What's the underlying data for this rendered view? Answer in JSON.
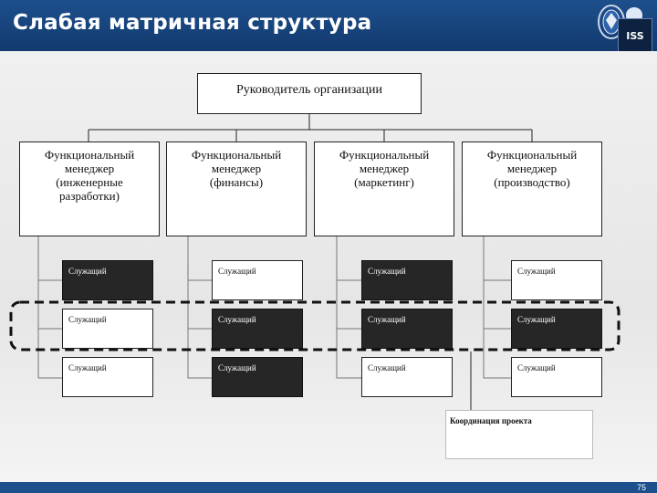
{
  "header": {
    "title": "Слабая матричная структура",
    "logo_text": "ISS"
  },
  "diagram": {
    "root": "Руководитель организации",
    "managers": [
      [
        "Функциональный",
        "менеджер",
        "(инженерные",
        "разработки)"
      ],
      [
        "Функциональный",
        "менеджер",
        "(финансы)"
      ],
      [
        "Функциональный",
        "менеджер",
        "(маркетинг)"
      ],
      [
        "Функциональный",
        "менеджер",
        "(производство)"
      ]
    ],
    "employee_label": "Служащий",
    "employee_rows": [
      [
        "dark",
        "light",
        "dark",
        "light"
      ],
      [
        "light",
        "dark",
        "dark",
        "dark"
      ],
      [
        "light",
        "dark",
        "light",
        "light"
      ]
    ],
    "coordination_label": "Координация проекта",
    "colors": {
      "header": "#1d4f8c",
      "dark_employee": "#262626",
      "light_employee": "#ffffff"
    }
  },
  "footer": {
    "page_number": "75"
  }
}
